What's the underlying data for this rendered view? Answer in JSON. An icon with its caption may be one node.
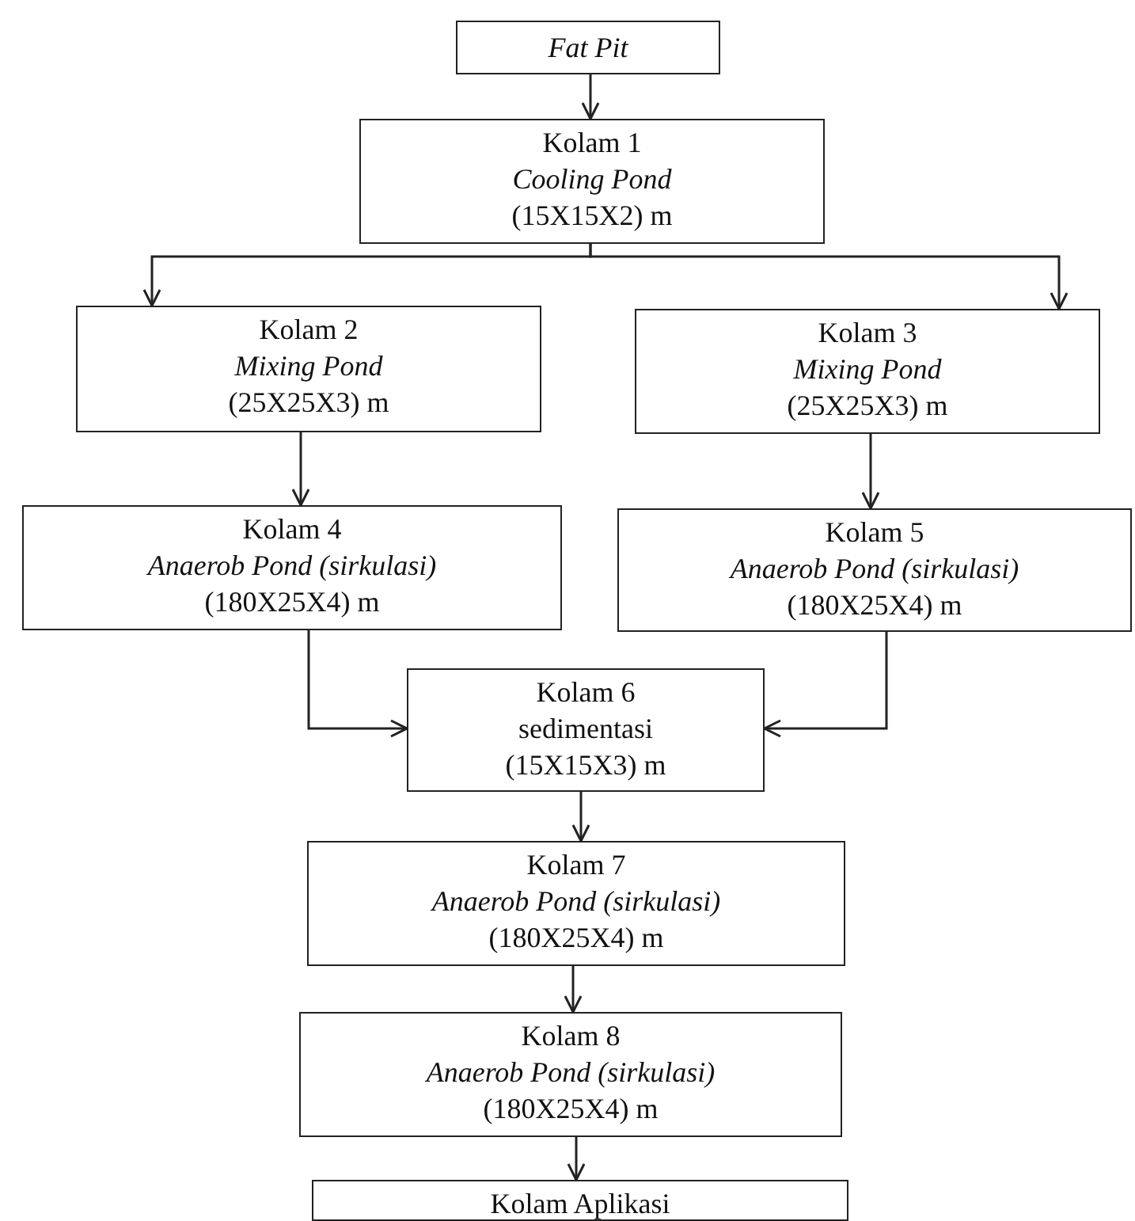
{
  "diagram": {
    "nodes": [
      {
        "text": [
          "Fat Pit"
        ]
      },
      {
        "text": [
          "Kolam 1",
          "Cooling Pond",
          "(15X15X2) m"
        ]
      },
      {
        "text": [
          "Kolam 2",
          "Mixing Pond",
          "(25X25X3) m"
        ]
      },
      {
        "text": [
          "Kolam 3",
          "Mixing Pond",
          "(25X25X3) m"
        ]
      },
      {
        "text": [
          "Kolam 4",
          "Anaerob Pond (sirkulasi)",
          "(180X25X4) m"
        ]
      },
      {
        "text": [
          "Kolam 5",
          "Anaerob Pond (sirkulasi)",
          "(180X25X4) m"
        ]
      },
      {
        "text": [
          "Kolam 6",
          "sedimentasi",
          "(15X15X3) m"
        ]
      },
      {
        "text": [
          "Kolam 7",
          "Anaerob Pond (sirkulasi)",
          "(180X25X4) m"
        ]
      },
      {
        "text": [
          "Kolam 8",
          "Anaerob Pond (sirkulasi)",
          "(180X25X4) m"
        ]
      },
      {
        "text": [
          "Kolam Aplikasi"
        ]
      }
    ],
    "edges": [
      {
        "from": 0,
        "to": 1,
        "arrow": "to"
      },
      {
        "from": 1,
        "to": 2,
        "arrow": "to"
      },
      {
        "from": 1,
        "to": 3,
        "arrow": "to"
      },
      {
        "from": 2,
        "to": 4,
        "arrow": "to"
      },
      {
        "from": 3,
        "to": 5,
        "arrow": "to"
      },
      {
        "from": 4,
        "to": 6,
        "arrow": "to"
      },
      {
        "from": 5,
        "to": 6,
        "arrow": "to"
      },
      {
        "from": 6,
        "to": 7,
        "arrow": "to"
      },
      {
        "from": 7,
        "to": 8,
        "arrow": "to"
      },
      {
        "from": 8,
        "to": 9,
        "arrow": "to"
      }
    ]
  }
}
